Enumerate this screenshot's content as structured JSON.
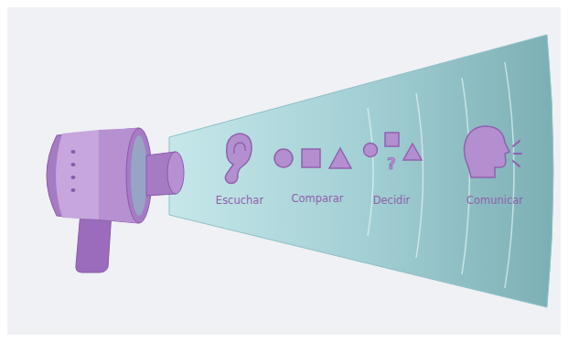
{
  "diagram": {
    "labels": [
      "Escuchar",
      "Comparar",
      "?",
      "Decidir",
      "Comunicar"
    ]
  }
}
